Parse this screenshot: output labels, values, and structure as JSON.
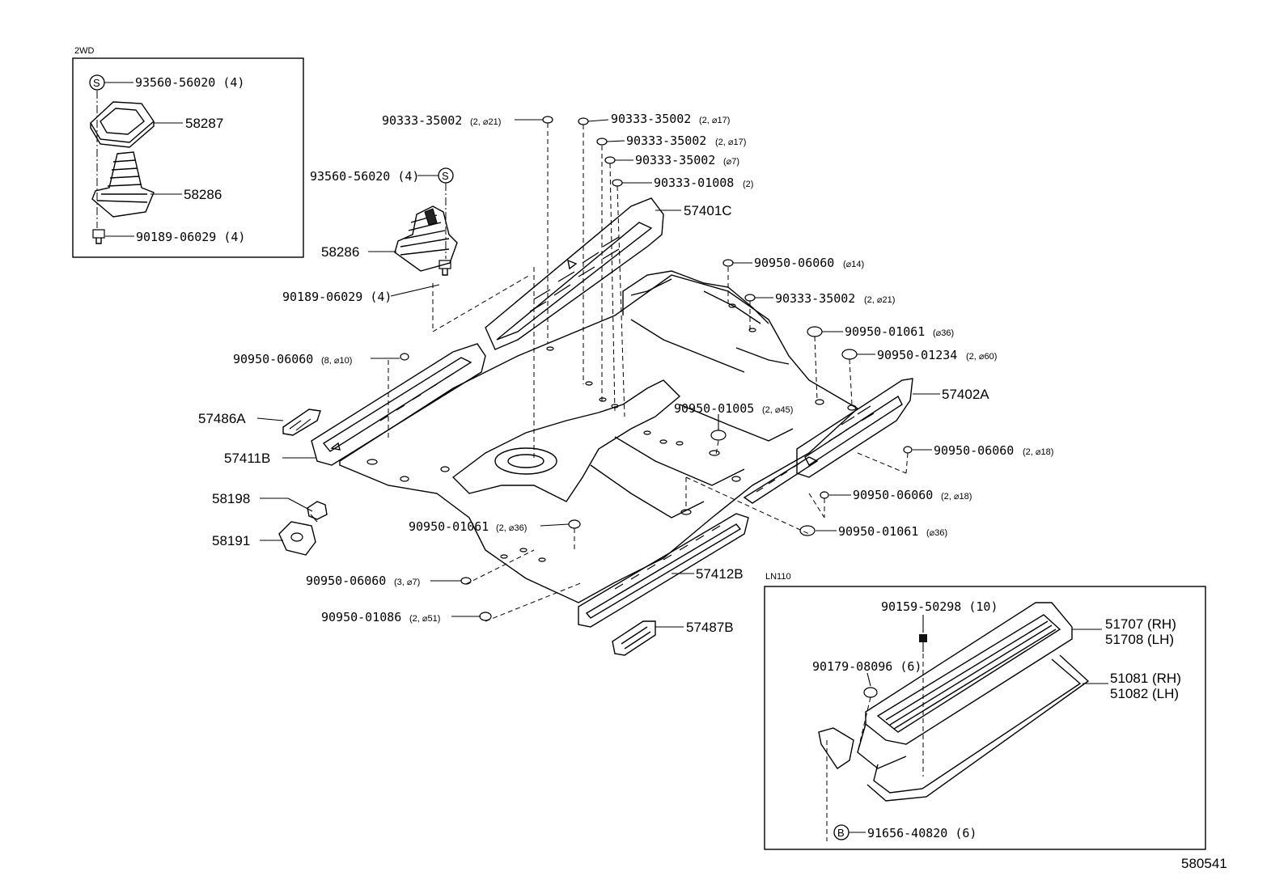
{
  "figure_id": "580541",
  "inset_2wd": {
    "title": "2WD",
    "callouts": [
      {
        "symbol": "S",
        "text": "93560-56020 (4)"
      },
      {
        "text": "58287"
      },
      {
        "text": "58286"
      },
      {
        "text": "90189-06029 (4)"
      }
    ]
  },
  "inset_ln110": {
    "title": "LN110",
    "callouts": [
      {
        "text": "90159-50298 (10)"
      },
      {
        "text": "90179-08096 (6)"
      },
      {
        "text": "51707 (RH)"
      },
      {
        "text": "51708 (LH)"
      },
      {
        "text": "51081 (RH)"
      },
      {
        "text": "51082 (LH)"
      },
      {
        "symbol": "B",
        "text": "91656-40820 (6)"
      }
    ]
  },
  "main_callouts": {
    "c01": {
      "part": "90333-35002",
      "qty": "(2, ⌀21)"
    },
    "c02": {
      "part": "90333-35002",
      "qty": "(2, ⌀17)"
    },
    "c03": {
      "part": "90333-35002",
      "qty": "(2, ⌀17)"
    },
    "c04": {
      "part": "90333-35002",
      "qty": "(⌀7)"
    },
    "c05": {
      "part": "90333-01008",
      "qty": "(2)"
    },
    "c06": {
      "part": "93560-56020 (4)",
      "symbol": "S"
    },
    "c07": {
      "part": "57401C"
    },
    "c08": {
      "part": "58286"
    },
    "c09": {
      "part": "90189-06029 (4)"
    },
    "c10": {
      "part": "90950-06060",
      "qty": "(⌀14)"
    },
    "c11": {
      "part": "90333-35002",
      "qty": "(2, ⌀21)"
    },
    "c12": {
      "part": "90950-01061",
      "qty": "(⌀36)"
    },
    "c13": {
      "part": "90950-01234",
      "qty": "(2, ⌀60)"
    },
    "c14": {
      "part": "90950-06060",
      "qty": "(8, ⌀10)"
    },
    "c15": {
      "part": "57402A"
    },
    "c16": {
      "part": "57486A"
    },
    "c17": {
      "part": "90950-01005",
      "qty": "(2, ⌀45)"
    },
    "c18": {
      "part": "57411B"
    },
    "c19": {
      "part": "90950-06060",
      "qty": "(2, ⌀18)"
    },
    "c20": {
      "part": "58198"
    },
    "c21": {
      "part": "90950-06060",
      "qty": "(2, ⌀18)"
    },
    "c22": {
      "part": "90950-01061",
      "qty": "(2, ⌀36)"
    },
    "c23": {
      "part": "58191"
    },
    "c24": {
      "part": "90950-01061",
      "qty": "(⌀36)"
    },
    "c25": {
      "part": "57412B"
    },
    "c26": {
      "part": "90950-06060",
      "qty": "(3, ⌀7)"
    },
    "c27": {
      "part": "90950-01086",
      "qty": "(2, ⌀51)"
    },
    "c28": {
      "part": "57487B"
    }
  }
}
